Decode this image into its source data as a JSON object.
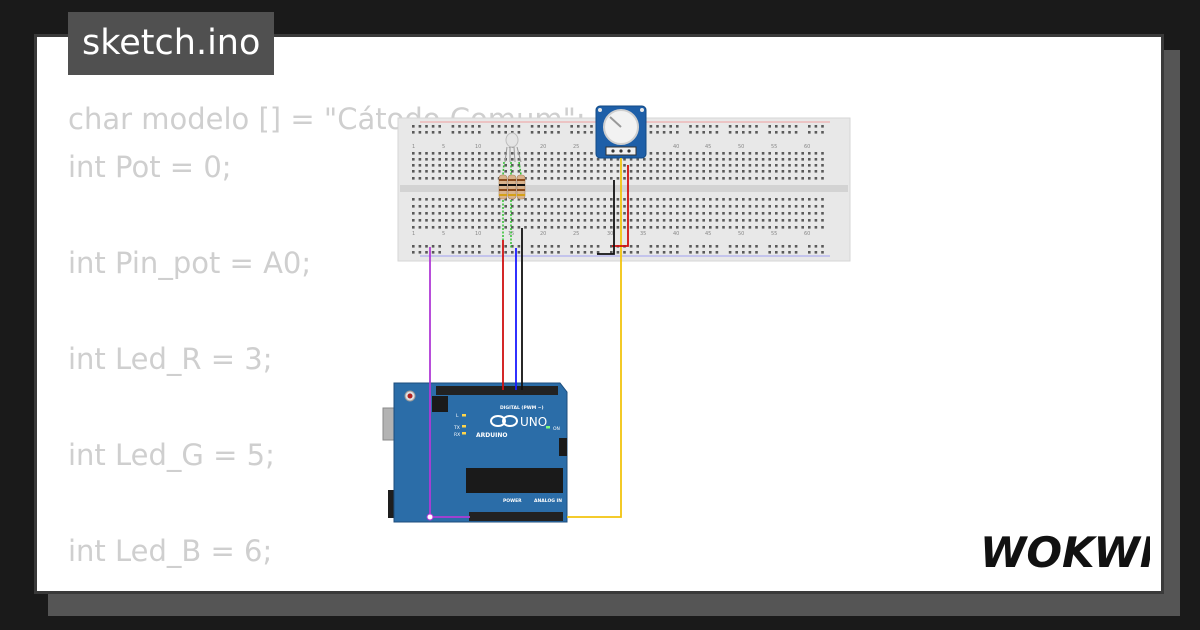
{
  "sketch": {
    "filename": "sketch.ino"
  },
  "code": {
    "lines": [
      "char modelo [] = \"Cátodo Comum\";",
      "int Pot = 0;",
      "",
      "int Pin_pot = A0;",
      "",
      "int Led_R = 3;",
      "",
      "int Led_G = 5;",
      "",
      "int Led_B = 6;"
    ]
  },
  "arduino": {
    "brand_label": "ARDUINO",
    "model_label": "UNO",
    "digital_label": "DIGITAL (PWM ~)",
    "power_label": "POWER",
    "analog_label": "ANALOG IN",
    "on_label": "ON",
    "tx_label": "TX",
    "rx_label": "RX",
    "l_label": "L"
  },
  "breadboard": {
    "column_numbers": [
      "1",
      "5",
      "10",
      "15",
      "20",
      "25",
      "30",
      "35",
      "40",
      "45",
      "50",
      "55",
      "60"
    ]
  },
  "brand": {
    "logo_text": "WOKWI"
  },
  "colors": {
    "background": "#1a1a1a",
    "card": "#ffffff",
    "code_text": "#cfcfcf",
    "arduino_blue": "#2b6da8",
    "pot_blue": "#1e5fa8",
    "wire_purple": "#b03ad6",
    "wire_red": "#d01010",
    "wire_blue": "#1a1aff",
    "wire_black": "#111111",
    "wire_yellow": "#f2c40f",
    "wire_green": "#2fbf2f"
  }
}
